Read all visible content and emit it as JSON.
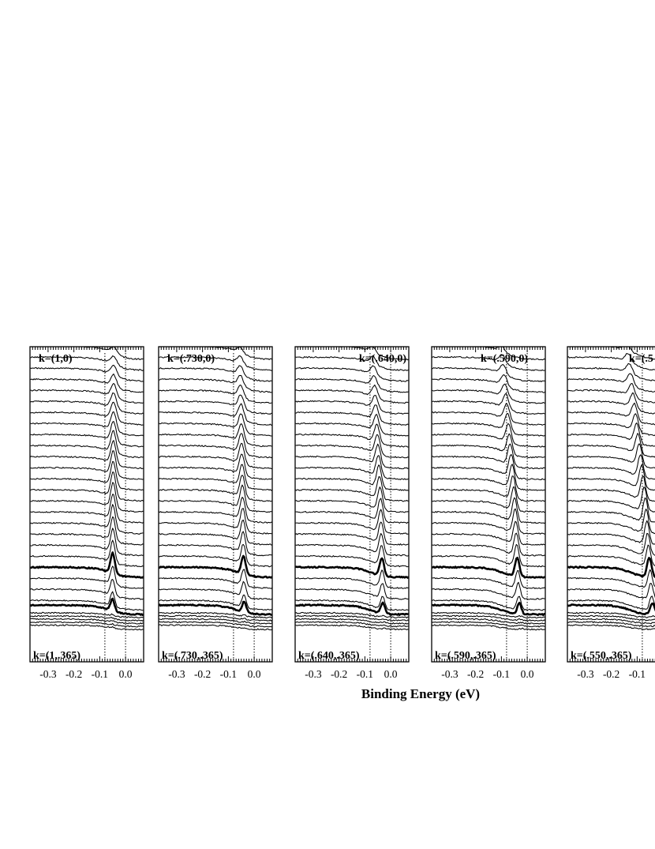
{
  "chart_data": {
    "type": "line",
    "xlabel": "Binding Energy (eV)",
    "xlim": [
      -0.37,
      0.07
    ],
    "x_ticks": [
      -0.3,
      -0.2,
      -0.1,
      0.0
    ],
    "x_tick_labels": [
      "-0.3",
      "-0.2",
      "-0.1",
      "0.0"
    ],
    "guide_lines_x": [
      -0.08,
      0.0
    ],
    "grid": false,
    "n_traces_per_panel": 30,
    "bold_traces": [
      20,
      24
    ],
    "panels": [
      {
        "top_label": "k=(1,0)",
        "bottom_label": "k=(1,.365)",
        "peak_positions": [
          -0.045,
          -0.048,
          -0.052
        ],
        "peak_strength": 1.0,
        "edge_position": -0.06,
        "top_label_anchor": "left"
      },
      {
        "top_label": "k=(.730,0)",
        "bottom_label": "k=(.730,.365)",
        "peak_positions": [
          -0.055,
          -0.045,
          -0.035
        ],
        "peak_strength": 0.9,
        "edge_position": -0.065,
        "top_label_anchor": "left"
      },
      {
        "top_label": "k=(.640,0)",
        "bottom_label": "k=(.640,.365)",
        "peak_positions": [
          -0.07,
          -0.04,
          -0.025
        ],
        "peak_strength": 0.9,
        "edge_position": -0.08,
        "top_label_anchor": "right"
      },
      {
        "top_label": "k=(.590,0)",
        "bottom_label": "k=(.590,.365)",
        "peak_positions": [
          -0.1,
          -0.05,
          -0.02
        ],
        "peak_strength": 0.95,
        "edge_position": -0.1,
        "top_label_anchor": "right"
      },
      {
        "top_label": "k=(.5",
        "bottom_label": "k=(.550,.365)",
        "peak_positions": [
          -0.14,
          -0.07,
          -0.025
        ],
        "peak_strength": 0.95,
        "edge_position": -0.13,
        "top_label_anchor": "right"
      }
    ]
  }
}
